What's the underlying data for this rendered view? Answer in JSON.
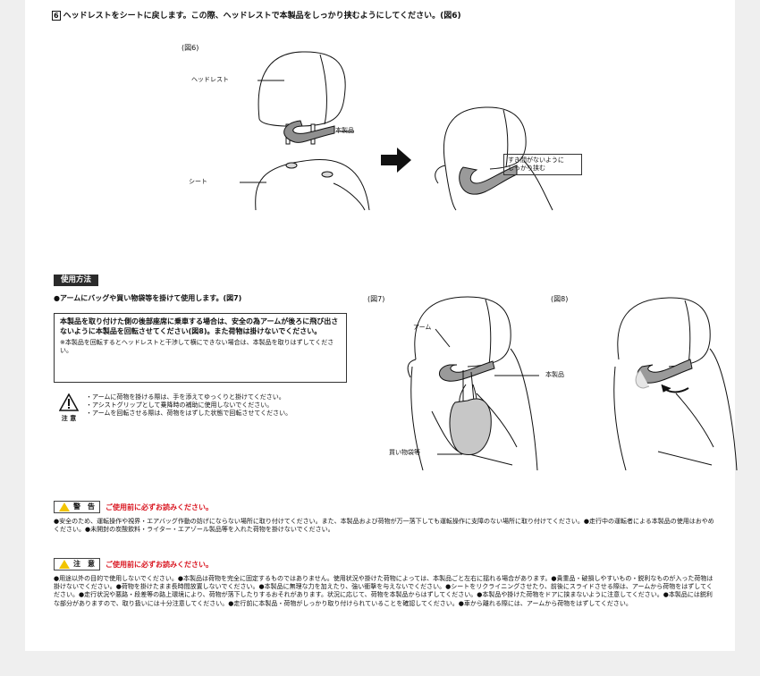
{
  "step6": {
    "num": "6",
    "text": "ヘッドレストをシートに戻します。この際、ヘッドレストで本製品をしっかり挟むようにしてください。(図6)"
  },
  "fig6": {
    "caption": "(図6)",
    "headrest": "ヘッドレスト",
    "product": "本製品",
    "seat": "シート",
    "note": "すき間がないように\nしっかり挟む"
  },
  "usage": {
    "section": "使用方法",
    "lead": "●アームにバッグや買い物袋等を掛けて使用します。(図7)",
    "box_main": "本製品を取り付けた側の後部座席に乗車する場合は、安全の為アームが後ろに飛び出さないように本製品を回転させてください(図8)。また荷物は掛けないでください。",
    "box_note": "※本製品を回転するとヘッドレストと干渉して横にできない場合は、本製品を取りはずしてください。",
    "caution_label": "注 意",
    "caution_items": [
      "・アームに荷物を掛ける際は、手を添えてゆっくりと掛けてください。",
      "・アシストグリップとして乗降時の補助に使用しないでください。",
      "・アームを回転させる際は、荷物をはずした状態で回転させてください。"
    ]
  },
  "fig7": {
    "caption": "(図7)",
    "arm": "アーム",
    "product": "本製品",
    "bag": "買い物袋等"
  },
  "fig8": {
    "caption": "(図8)"
  },
  "warning": {
    "label": "警　告",
    "heading": "ご使用前に必ずお読みください。",
    "text": "●安全のため、運転操作や視界・エアバッグ作動の妨げにならない場所に取り付けてください。また、本製品および荷物が万一落下しても運転操作に支障のない場所に取り付けてください。●走行中の運転者による本製品の使用はおやめください。●未開封の炭酸飲料・ライター・エアゾール製品等を入れた荷物を掛けないでください。"
  },
  "caution": {
    "label": "注　意",
    "heading": "ご使用前に必ずお読みください。",
    "text": "●用途以外の目的で使用しないでください。●本製品は荷物を完全に固定するものではありません。使用状況や掛けた荷物によっては、本製品ごと左右に揺れる場合があります。●貴重品・破損しやすいもの・鋭利なものが入った荷物は掛けないでください。●荷物を掛けたまま長時間放置しないでください。●本製品に無理な力を加えたり、強い衝撃を与えないでください。●シートをリクライニングさせたり、前後にスライドさせる際は、アームから荷物をはずしてください。●走行状況や悪路・段差等の路上環境により、荷物が落下したりするおそれがあります。状況に応じて、荷物を本製品からはずしてください。●本製品や掛けた荷物をドアに挟まないように注意してください。●本製品には鋭利な部分がありますので、取り扱いには十分注意してください。●走行前に本製品・荷物がしっかり取り付けられていることを確認してください。●車から離れる際には、アームから荷物をはずしてください。"
  }
}
